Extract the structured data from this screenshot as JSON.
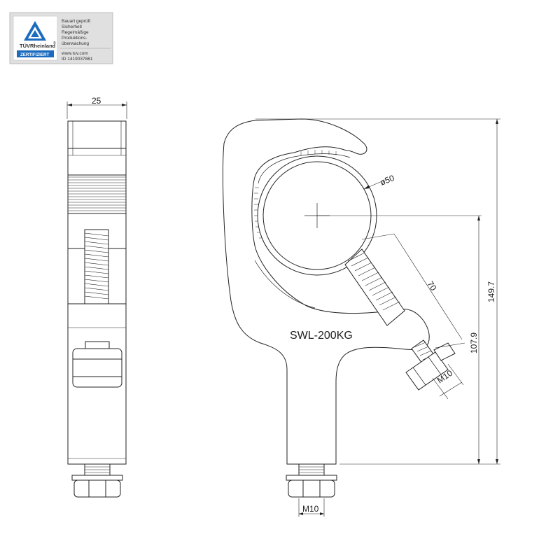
{
  "certificate": {
    "brand": "TÜVRheinland",
    "registered": "®",
    "badge": "ZERTIFIZIERT",
    "lines": [
      "Bauart geprüft",
      "Sicherheit",
      "Regelmäßige",
      "Produktions-",
      "überwachung"
    ],
    "website": "www.tuv.com",
    "id": "ID 1419037861",
    "colors": {
      "blue": "#1c6bbf",
      "panel": "#d9d9d9",
      "badge": "#1c6bbf"
    }
  },
  "dimensions": {
    "width": "25",
    "pipe_diameter": "ø50",
    "bolt_length": "70",
    "height_total": "149.7",
    "height_pipe": "107.9",
    "bolt_thread": "M10",
    "bottom_thread": "M10"
  },
  "model_label": "SWL-200KG"
}
